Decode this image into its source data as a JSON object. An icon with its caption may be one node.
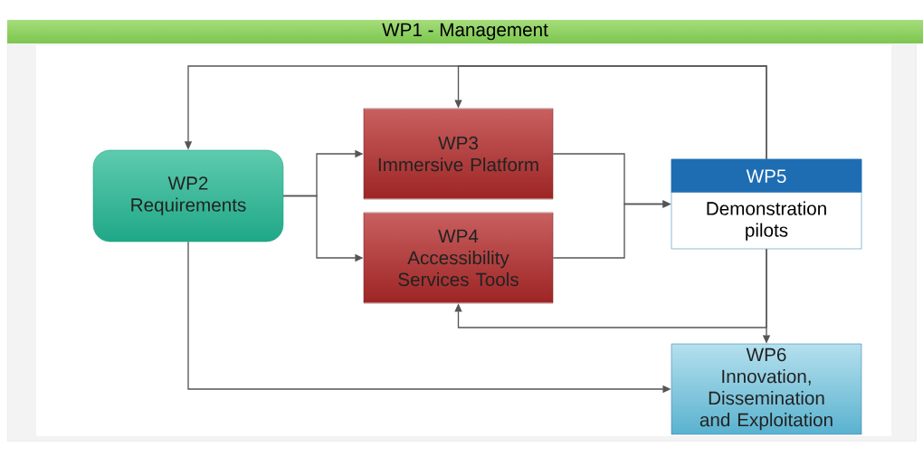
{
  "diagram": {
    "nodes": [
      {
        "text": [
          "WP1 - Management"
        ]
      },
      {
        "text": [
          "WP2",
          "Requirements"
        ],
        "in": 0
      },
      {
        "text": [
          "WP3",
          "Immersive Platform"
        ],
        "in": 0
      },
      {
        "text": [
          "WP4",
          "Accessibility Services Tools"
        ],
        "in": 0
      },
      {
        "text": [
          "WP5",
          "Demonstration pilots"
        ],
        "in": 0
      },
      {
        "text": [
          "WP6",
          "Innovation, Dissemination and Exploitation"
        ],
        "in": 0
      }
    ],
    "edges": [
      {
        "from": 4,
        "to": 1,
        "arrow": "to"
      },
      {
        "from": 4,
        "to": 2,
        "arrow": "to"
      },
      {
        "from": 1,
        "to": 2,
        "arrow": "to"
      },
      {
        "from": 1,
        "to": 3,
        "arrow": "to"
      },
      {
        "from": 2,
        "to": 4,
        "arrow": "to"
      },
      {
        "from": 3,
        "to": 4,
        "arrow": "to"
      },
      {
        "from": 4,
        "to": 5,
        "arrow": "to"
      },
      {
        "from": 4,
        "to": 3,
        "arrow": "to"
      },
      {
        "from": 1,
        "to": 5,
        "arrow": "to"
      }
    ]
  }
}
